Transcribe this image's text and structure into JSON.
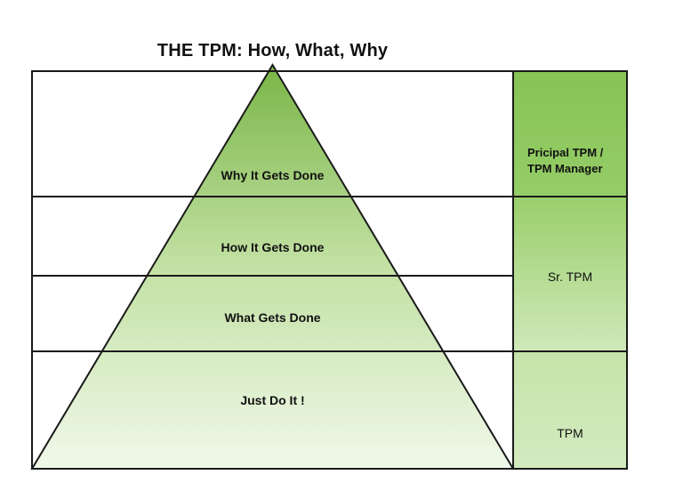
{
  "title": "THE TPM: How, What, Why",
  "pyramid": {
    "levels": [
      {
        "label": "Why It Gets Done"
      },
      {
        "label": "How It Gets Done"
      },
      {
        "label": "What Gets Done"
      },
      {
        "label": "Just Do It !"
      }
    ]
  },
  "roles": [
    {
      "label": "Pricipal TPM /\nTPM Manager"
    },
    {
      "label": "Sr. TPM"
    },
    {
      "label": "TPM"
    }
  ],
  "colors": {
    "background": "#ffffff",
    "line": "#1a1a1a",
    "text": "#111111",
    "pyramid_top": "#7ab648",
    "pyramid_mid": "#c3e1a4",
    "pyramid_bottom": "#f0f8ea",
    "principal_top": "#87c355",
    "principal_bottom": "#95cd68",
    "sr_top": "#9ace6a",
    "sr_bottom": "#cfe9ba",
    "tpm_top": "#c6e4a9",
    "tpm_bottom": "#d3eabf"
  }
}
